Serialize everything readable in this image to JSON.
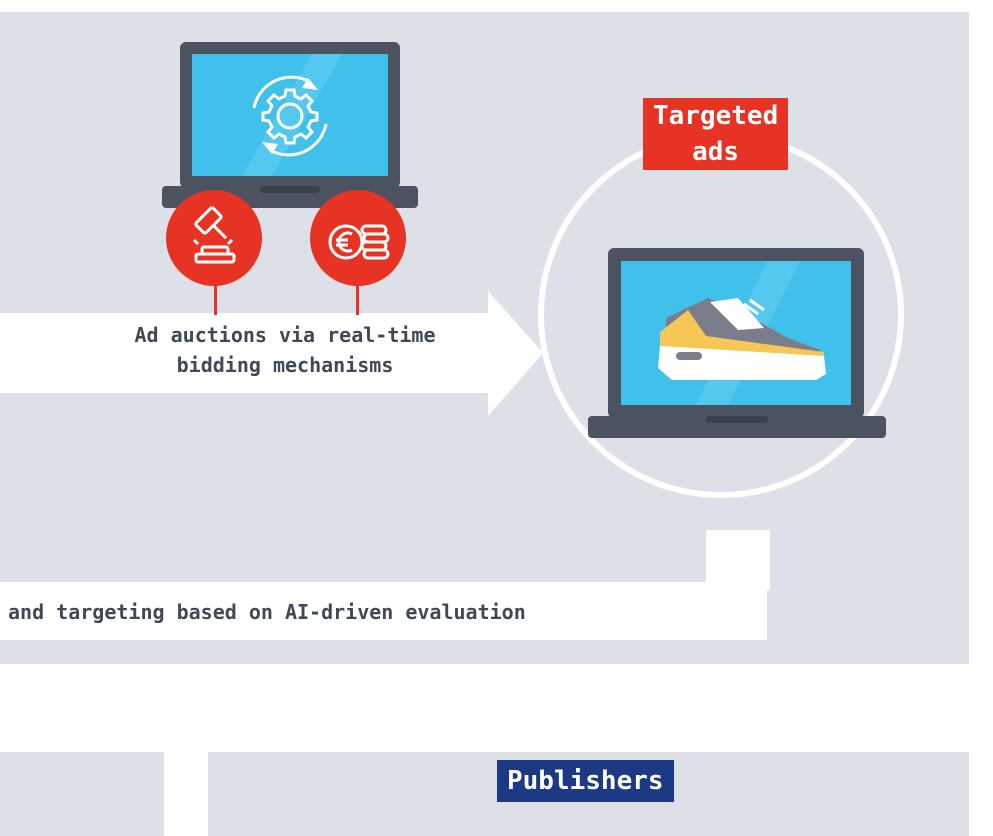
{
  "arrow_label": {
    "line1": "Ad auctions via real-time",
    "line2": "bidding mechanisms"
  },
  "bottom_label": "and targeting based on AI-driven evaluation",
  "targeted_tag": {
    "line1": "Targeted",
    "line2": "ads"
  },
  "publishers_tag": "Publishers",
  "colors": {
    "panel": "#dde1e7",
    "accent_red": "#e63323",
    "navy": "#1c3a84",
    "screen_blue": "#3fc1ec",
    "laptop_gray": "#4b5360"
  },
  "icons": [
    "laptop-gear-icon",
    "auction-gavel-icon",
    "euro-coins-icon",
    "laptop-sneaker-icon"
  ]
}
